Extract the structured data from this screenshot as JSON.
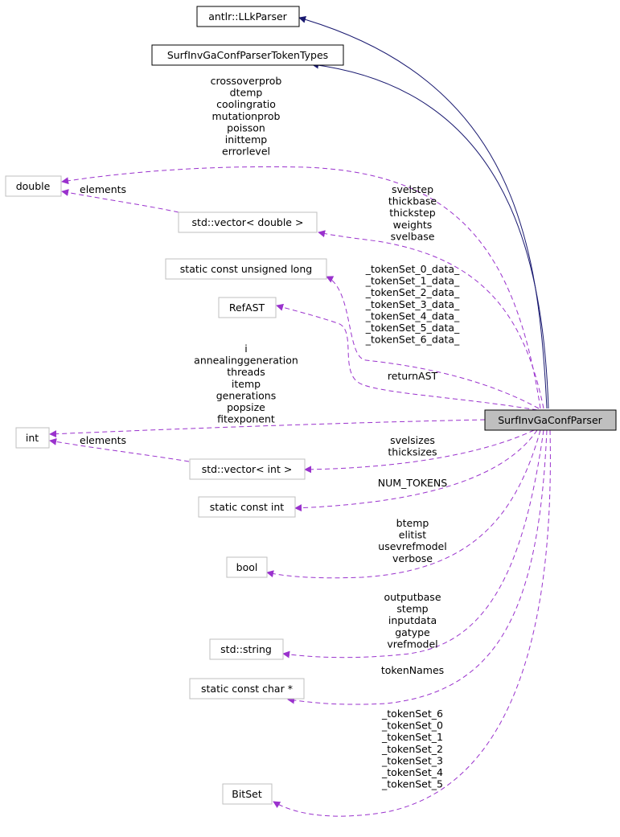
{
  "nodes": {
    "llkparser": "antlr::LLkParser",
    "tokentypes": "SurfInvGaConfParserTokenTypes",
    "double": "double",
    "vector_double": "std::vector< double >",
    "ulong": "static const unsigned long",
    "refast": "RefAST",
    "int": "int",
    "vector_int": "std::vector< int >",
    "const_int": "static const int",
    "bool": "bool",
    "string": "std::string",
    "const_char": "static const char *",
    "bitset": "BitSet",
    "main": "SurfInvGaConfParser"
  },
  "labels": {
    "double_members": [
      "crossoverprob",
      "dtemp",
      "coolingratio",
      "mutationprob",
      "poisson",
      "inittemp",
      "errorlevel"
    ],
    "double_elements": "elements",
    "vector_double_members": [
      "svelstep",
      "thickbase",
      "thickstep",
      "weights",
      "svelbase"
    ],
    "ulong_members": [
      "_tokenSet_0_data_",
      "_tokenSet_1_data_",
      "_tokenSet_2_data_",
      "_tokenSet_3_data_",
      "_tokenSet_4_data_",
      "_tokenSet_5_data_",
      "_tokenSet_6_data_"
    ],
    "refast_members": [
      "returnAST"
    ],
    "int_members": [
      "i",
      "annealinggeneration",
      "threads",
      "itemp",
      "generations",
      "popsize",
      "fitexponent"
    ],
    "int_elements": "elements",
    "vector_int_members": [
      "svelsizes",
      "thicksizes"
    ],
    "const_int_members": [
      "NUM_TOKENS"
    ],
    "bool_members": [
      "btemp",
      "elitist",
      "usevrefmodel",
      "verbose"
    ],
    "string_members": [
      "outputbase",
      "stemp",
      "inputdata",
      "gatype",
      "vrefmodel"
    ],
    "const_char_members": [
      "tokenNames"
    ],
    "bitset_members": [
      "_tokenSet_6",
      "_tokenSet_0",
      "_tokenSet_1",
      "_tokenSet_2",
      "_tokenSet_3",
      "_tokenSet_4",
      "_tokenSet_5"
    ]
  },
  "colors": {
    "inheritance_edge": "#191970",
    "usage_edge": "#9a32cd",
    "main_fill": "#bfbfbf",
    "dim_border": "#bfbfbf",
    "solid_border": "#000000"
  }
}
